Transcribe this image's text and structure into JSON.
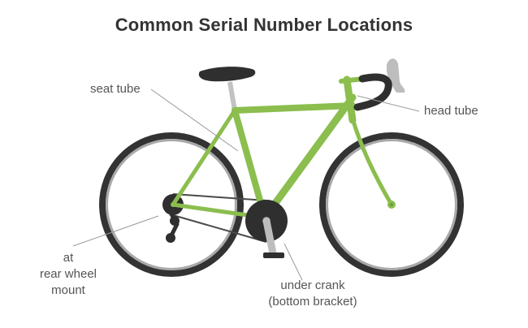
{
  "title": "Common Serial Number Locations",
  "labels": {
    "seat_tube": "seat tube",
    "head_tube": "head tube",
    "rear_wheel": [
      "at",
      "rear wheel",
      "mount"
    ],
    "under_crank": [
      "under crank",
      "(bottom bracket)"
    ]
  },
  "colors": {
    "frame": "#8bbe4e",
    "tire": "#333333",
    "rim": "#a9a9a9",
    "saddle": "#2f2f2f",
    "post": "#c2c2c2",
    "lever": "#bdbdbd",
    "text": "#555555",
    "leader": "#9a9a9a",
    "title": "#333333"
  }
}
